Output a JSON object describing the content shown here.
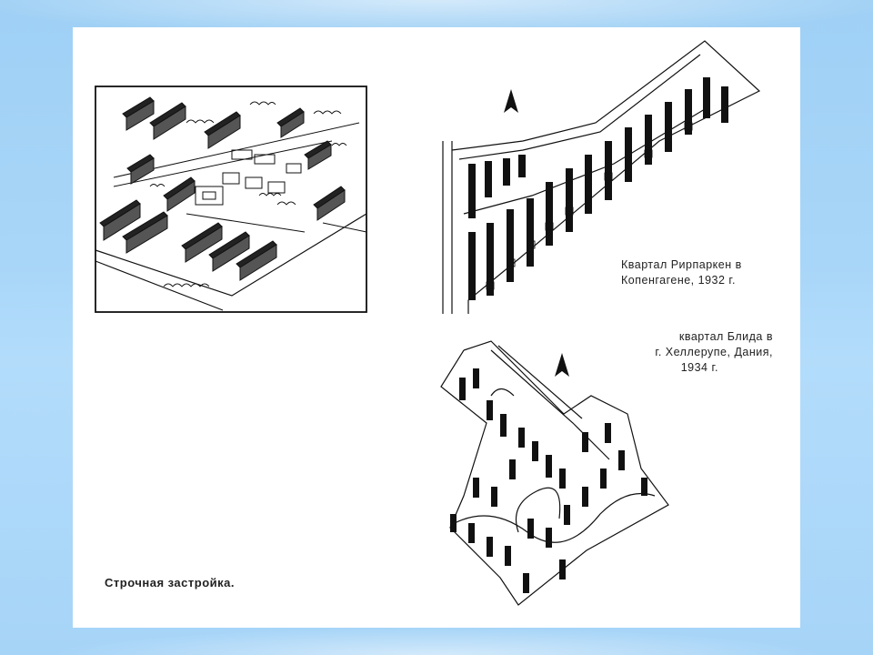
{
  "captions": {
    "ripparken_line1": "Квартал Рирпаркен в",
    "ripparken_line2": "Копенгагене, 1932 г.",
    "blida_line1": "квартал Блида в",
    "blida_line2": "г. Хеллерупе, Дания,",
    "blida_line3": "1934 г.",
    "main": "Строчная застройка."
  },
  "colors": {
    "background": "#a6d4f7",
    "page": "#ffffff",
    "ink": "#111111"
  },
  "icons": [
    "north-arrow-icon"
  ]
}
